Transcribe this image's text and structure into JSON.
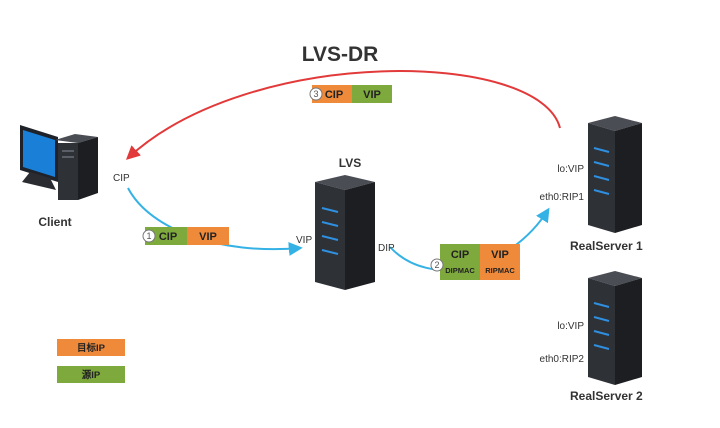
{
  "title": "LVS-DR",
  "nodes": {
    "client": {
      "name": "Client",
      "ip_label": "CIP"
    },
    "lvs": {
      "name": "LVS",
      "vip_label": "VIP",
      "dip_label": "DIP"
    },
    "realserver1": {
      "name": "RealServer  1",
      "lo": "lo:VIP",
      "eth0": "eth0:RIP1"
    },
    "realserver2": {
      "name": "RealServer  2",
      "lo": "lo:VIP",
      "eth0": "eth0:RIP2"
    }
  },
  "packets": {
    "p1": {
      "step": "1",
      "src": "CIP",
      "dst": "VIP"
    },
    "p2": {
      "step": "2",
      "src": "CIP",
      "dst": "VIP",
      "src_mac": "DIPMAC",
      "dst_mac": "RIPMAC"
    },
    "p3": {
      "step": "3",
      "src": "CIP",
      "dst": "VIP"
    }
  },
  "legend": {
    "dest": "目标IP",
    "src": "源IP"
  },
  "colors": {
    "src_green": "#7ea93d",
    "dst_orange": "#ef8a3a",
    "request_arrow": "#35b2e5",
    "response_arrow": "#e23a3a"
  }
}
